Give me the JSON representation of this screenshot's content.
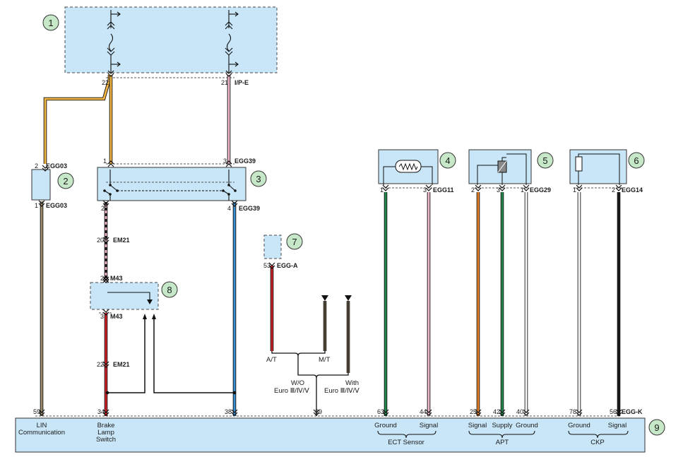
{
  "components": {
    "c1": "1",
    "c2": "2",
    "c3": "3",
    "c4": "4",
    "c5": "5",
    "c6": "6",
    "c7": "7",
    "c8": "8",
    "c9": "9"
  },
  "pins": {
    "p22": "22",
    "p21": "21",
    "egg03_top": "2",
    "egg03_bot": "1",
    "egg39_1": "1",
    "egg39_2": "2",
    "egg39_3": "3",
    "egg39_4": "4",
    "em21_20": "20",
    "m43_2": "2",
    "m43_3": "3",
    "em21_22": "22",
    "egga_53": "53",
    "egg11_1": "1",
    "egg11_3": "3",
    "egg29_2": "2",
    "egg29_3": "3",
    "egg29_1": "1",
    "egg14_1": "1",
    "egg14_2": "2",
    "ecm_59": "59",
    "ecm_34": "34",
    "ecm_38": "38",
    "ecm_39": "39",
    "ecm_63": "63",
    "ecm_44": "44",
    "ecm_25": "25",
    "ecm_42": "42",
    "ecm_40": "40",
    "ecm_78": "78",
    "ecm_56": "56"
  },
  "connectors": {
    "ipe": "I/P-E",
    "egg03_a": "EGG03",
    "egg03_b": "EGG03",
    "egg39_a": "EGG39",
    "egg39_b": "EGG39",
    "em21_a": "EM21",
    "m43_a": "M43",
    "m43_b": "M43",
    "em21_b": "EM21",
    "egga": "EGG-A",
    "egg11": "EGG11",
    "egg29": "EGG29",
    "egg14": "EGG14",
    "eggk": "EGG-K"
  },
  "labels": {
    "at": "A/T",
    "mt": "M/T",
    "wo_1": "W/O",
    "wo_2": "Euro Ⅲ/Ⅳ/Ⅴ",
    "with_1": "With",
    "with_2": "Euro Ⅲ/Ⅳ/Ⅴ",
    "lin_1": "LIN",
    "lin_2": "Communication",
    "brake_1": "Brake",
    "brake_2": "Lamp",
    "brake_3": "Switch",
    "ect_ground": "Ground",
    "ect_signal": "Signal",
    "ect_group": "ECT Sensor",
    "apt_signal": "Signal",
    "apt_supply": "Supply",
    "apt_ground": "Ground",
    "apt_group": "APT",
    "ckp_ground": "Ground",
    "ckp_signal": "Signal",
    "ckp_group": "CKP"
  },
  "colors": {
    "yellow": "#f2b544",
    "brown": "#9c8b6a",
    "pink": "#f2b9cf",
    "blue": "#3a8fd1",
    "red": "#cc2127",
    "green": "#1f8a4c",
    "orange": "#e8822a",
    "white": "#ffffff",
    "black": "#1a1a1a",
    "box": "#c8e6f7",
    "badge": "#c6e8c8"
  }
}
